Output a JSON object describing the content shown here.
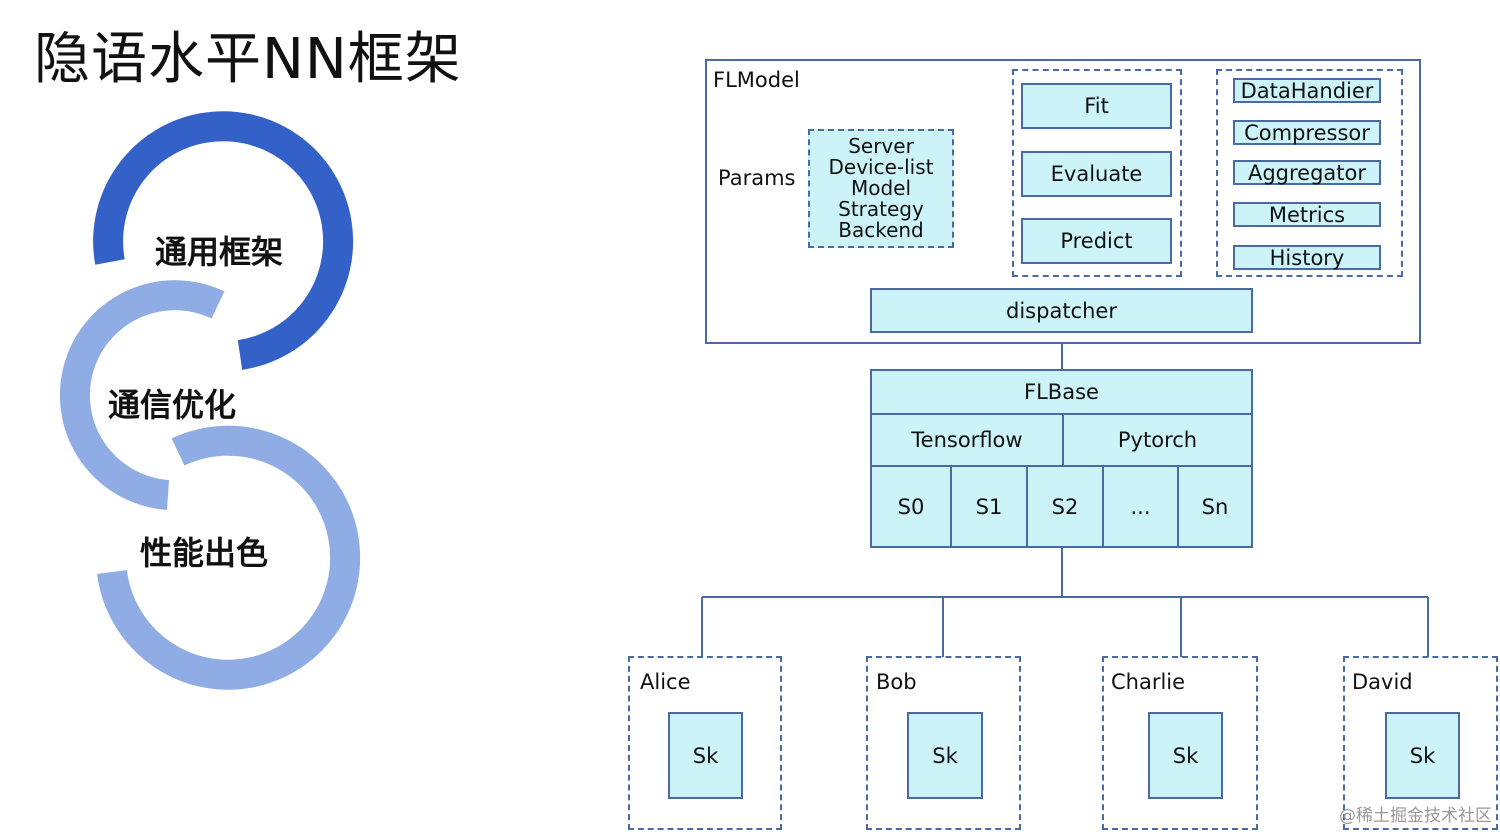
{
  "title": "隐语水平NN框架",
  "features": [
    "通用框架",
    "通信优化",
    "性能出色"
  ],
  "colors": {
    "ring_dark": "#3461c8",
    "ring_light": "#8aa8e4",
    "box_fill": "#ccf4f8",
    "border": "#4a6aa6"
  },
  "flmodel": {
    "label": "FLModel",
    "params_label": "Params",
    "params": [
      "Server",
      "Device-list",
      "Model",
      "Strategy",
      "Backend"
    ],
    "methods": [
      "Fit",
      "Evaluate",
      "Predict"
    ],
    "components": [
      "DataHandier",
      "Compressor",
      "Aggregator",
      "Metrics",
      "History"
    ],
    "dispatcher": "dispatcher"
  },
  "flbase": {
    "label": "FLBase",
    "frameworks": [
      "Tensorflow",
      "Pytorch"
    ],
    "slots": [
      "S0",
      "S1",
      "S2",
      "...",
      "Sn"
    ]
  },
  "parties": [
    {
      "name": "Alice",
      "inner": "Sk"
    },
    {
      "name": "Bob",
      "inner": "Sk"
    },
    {
      "name": "Charlie",
      "inner": "Sk"
    },
    {
      "name": "David",
      "inner": "Sk"
    }
  ],
  "watermark": "@稀土掘金技术社区"
}
